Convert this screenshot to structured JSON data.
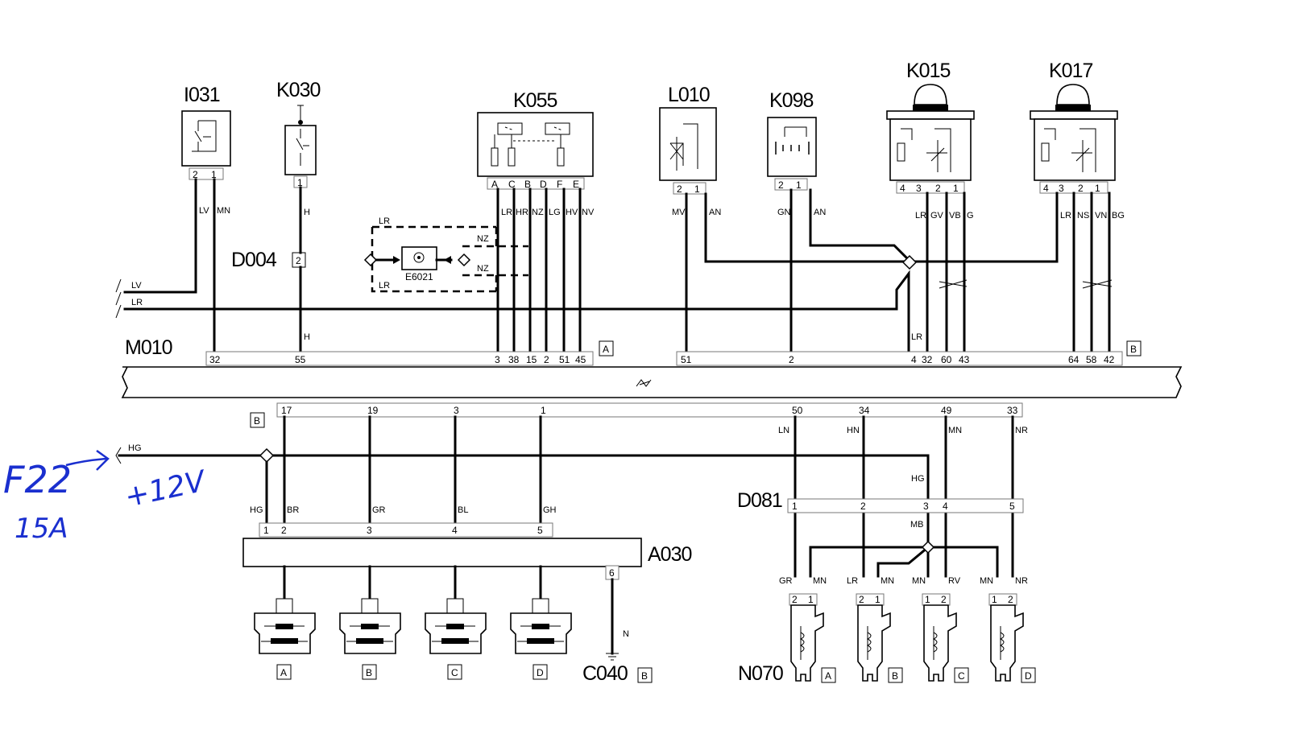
{
  "components": {
    "I031": {
      "label": "I031",
      "pins": [
        "2",
        "1"
      ],
      "wires": [
        "LV",
        "MN"
      ]
    },
    "K030": {
      "label": "K030",
      "pins": [
        "1"
      ],
      "wire": "H"
    },
    "K055": {
      "label": "K055",
      "pins": [
        "A",
        "C",
        "B",
        "D",
        "F",
        "E"
      ],
      "wires": [
        "LR",
        "HR",
        "NZ",
        "LG",
        "HV",
        "NV"
      ]
    },
    "L010": {
      "label": "L010",
      "pins": [
        "2",
        "1"
      ],
      "wires": [
        "MV",
        "AN"
      ]
    },
    "K098": {
      "label": "K098",
      "pins": [
        "2",
        "1"
      ],
      "wires": [
        "GN",
        "AN"
      ]
    },
    "K015": {
      "label": "K015",
      "pins": [
        "4",
        "3",
        "2",
        "1"
      ],
      "wires": [
        "LR",
        "GV",
        "VB",
        "G"
      ]
    },
    "K017": {
      "label": "K017",
      "pins": [
        "4",
        "3",
        "2",
        "1"
      ],
      "wires": [
        "LR",
        "NS",
        "VN",
        "BG"
      ]
    },
    "D004": {
      "label": "D004",
      "pin": "2",
      "wire": "H"
    },
    "E6021": {
      "label": "E6021",
      "wires_in": [
        "LR",
        "LR"
      ],
      "wires_out": [
        "NZ",
        "NZ"
      ]
    },
    "M010": {
      "label": "M010",
      "top_pins": [
        "32",
        "55",
        "3",
        "38",
        "15",
        "2",
        "51",
        "45",
        "51",
        "2",
        "4",
        "32",
        "60",
        "43",
        "64",
        "58",
        "42"
      ],
      "bottom_pins": [
        "17",
        "19",
        "3",
        "1",
        "50",
        "34",
        "49",
        "33"
      ],
      "connector_tags": [
        "A",
        "B",
        "B"
      ],
      "wire_lr": "LR"
    },
    "D081": {
      "label": "D081",
      "pins": [
        "1",
        "2",
        "3",
        "4",
        "5"
      ]
    },
    "A030": {
      "label": "A030",
      "pins": [
        "1",
        "2",
        "3",
        "4",
        "5"
      ],
      "ground_pin": "6"
    },
    "C040": {
      "label": "C040",
      "tag": "B",
      "wire": "N"
    },
    "N070": {
      "label": "N070",
      "tags": [
        "A",
        "B",
        "C",
        "D"
      ]
    }
  },
  "wires": {
    "left_feed": [
      "LV",
      "LR"
    ],
    "hg_feed": "HG",
    "a030_wires": [
      "HG",
      "BR",
      "GR",
      "BL",
      "GH"
    ],
    "d081_in": [
      "LN",
      "HN",
      "HG",
      "MN",
      "NR"
    ],
    "d081_mb": "MB",
    "coil_wires": [
      "GR",
      "MN",
      "LR",
      "MN",
      "MN",
      "RV",
      "MN",
      "NR"
    ],
    "coil_pins": [
      [
        "2",
        "1"
      ],
      [
        "2",
        "1"
      ],
      [
        "1",
        "2"
      ],
      [
        "1",
        "2"
      ]
    ]
  },
  "injector_tags": [
    "A",
    "B",
    "C",
    "D"
  ],
  "annotation": {
    "fuse": "F22",
    "amps": "15A",
    "voltage": "+12V",
    "color": "#1a2fcf"
  }
}
